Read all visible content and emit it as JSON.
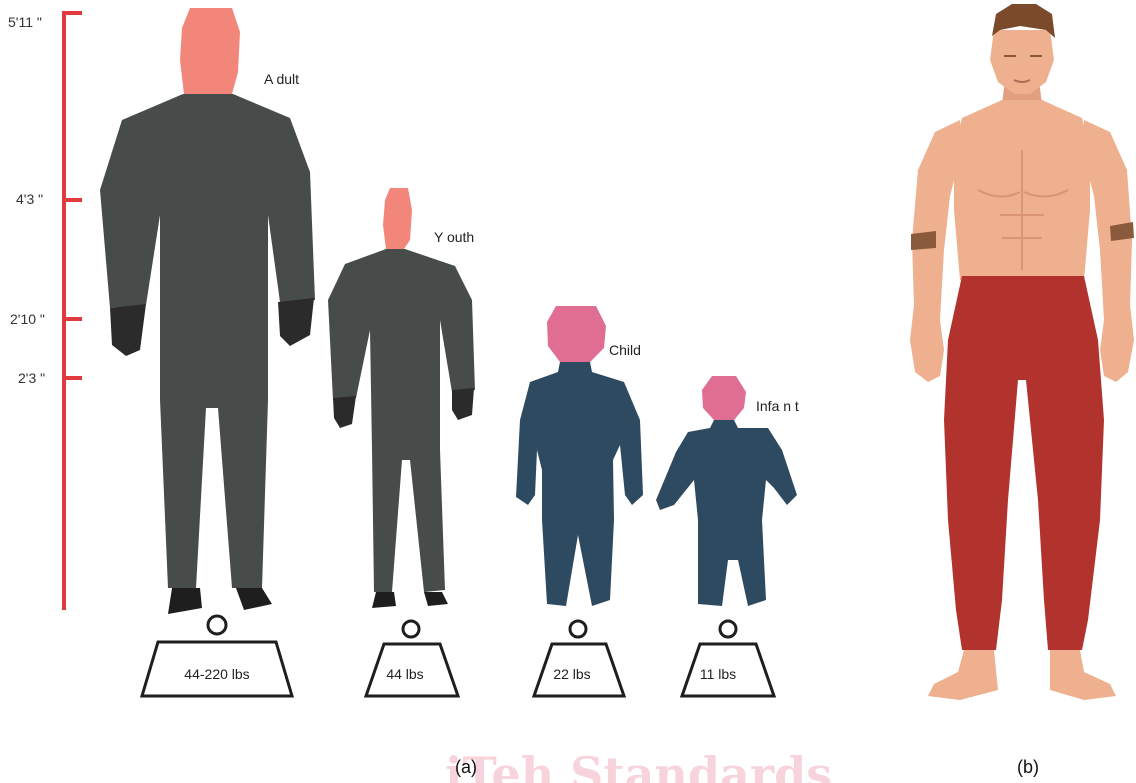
{
  "height_scale": {
    "color": "#e03a3e",
    "ticks": [
      {
        "label": "5'11 \""
      },
      {
        "label": "4'3 \""
      },
      {
        "label": "2'10 \""
      },
      {
        "label": "2'3 \""
      }
    ]
  },
  "figures": [
    {
      "label": "A dult",
      "weight": "44-220 lbs",
      "head_color": "#f3867a",
      "body_color": "#474c4a"
    },
    {
      "label": "Y outh",
      "weight": "44 lbs",
      "head_color": "#f3867a",
      "body_color": "#474c4a"
    },
    {
      "label": "Child",
      "weight": "22 lbs",
      "head_color": "#df6e92",
      "body_color": "#2e4a60"
    },
    {
      "label": "Infa n t",
      "weight": "11 lbs",
      "head_color": "#df6e92",
      "body_color": "#2e4a60"
    }
  ],
  "panel_labels": {
    "a": "(a)",
    "b": "(b)"
  },
  "watermark": "iTeh Standards",
  "human_colors": {
    "skin": "#eeb08f",
    "pants": "#b2322d",
    "hair": "#7a4a2b"
  }
}
